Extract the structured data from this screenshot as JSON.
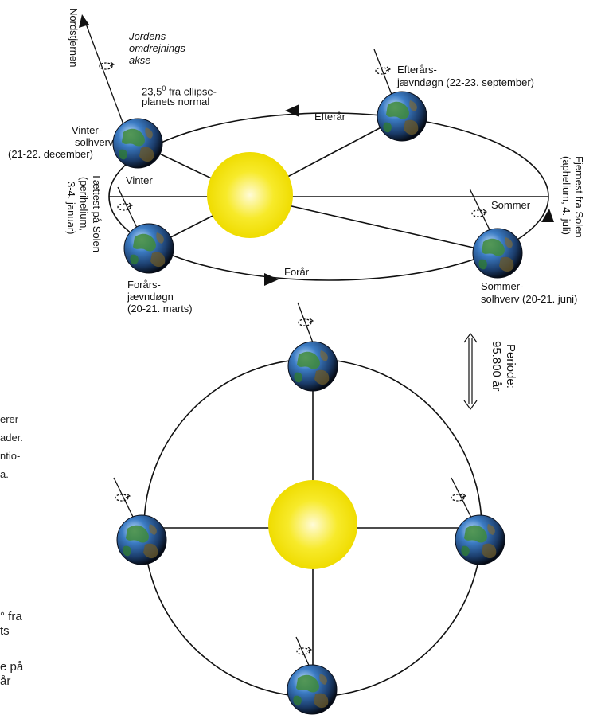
{
  "labels": {
    "nordstjernen": "Nordstjernen",
    "axis_title": [
      "Jordens",
      "omdrejnings-",
      "akse"
    ],
    "tilt": [
      "23,5",
      "0",
      " fra ellipse-"
    ],
    "tilt2": "planets normal",
    "winter_solstice": [
      "Vinter-",
      "solhverv",
      "(21-22. december)"
    ],
    "winter": "Vinter",
    "autumn_equinox": [
      "Efterårs-",
      "jævndøgn (22-23. september)"
    ],
    "autumn": "Efterår",
    "spring": "Forår",
    "spring_equinox": [
      "Forårs-",
      "jævndøgn",
      "(20-21. marts)"
    ],
    "summer": "Sommer",
    "summer_solstice": [
      "Sommer-",
      "solhverv (20-21. juni)"
    ],
    "perihelion": [
      "Tættest på Solen",
      "(perihelium,",
      "3-4. januar)"
    ],
    "aphelion": [
      "Fjernest fra Solen",
      "(aphelium, 4. juli)"
    ],
    "period": [
      "Periode:",
      "95.800 år"
    ]
  },
  "cut_text": {
    "left_lines": [
      "erer",
      "ader.",
      "ntio-",
      "a."
    ],
    "bottom_lines": [
      "° fra",
      "ts",
      "e på",
      "år"
    ]
  },
  "colors": {
    "sun": "#f5e400",
    "sun_center": "#fffbd0",
    "earth_ocean": "#2b5a9a",
    "earth_land": "#3f8a3a",
    "orbit": "#111111"
  },
  "icons": [
    "arrow-icon",
    "earth-icon",
    "sun-icon",
    "double-arrow-icon",
    "rotation-icon"
  ]
}
